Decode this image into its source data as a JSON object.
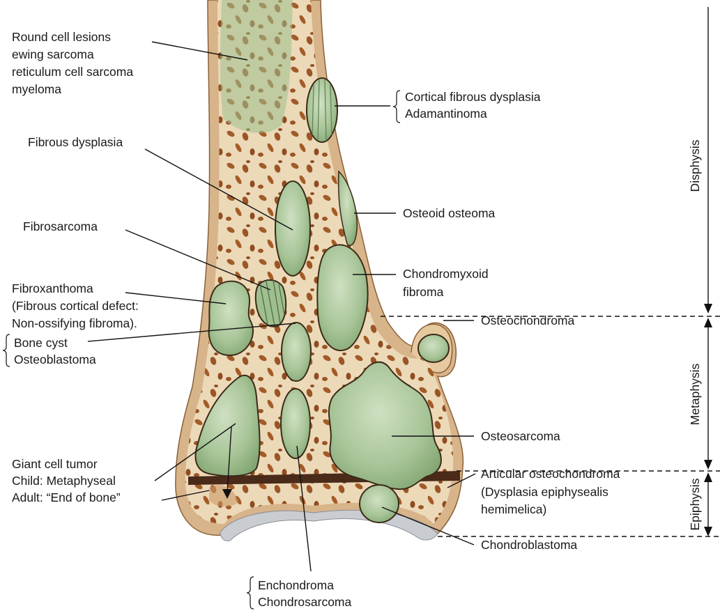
{
  "labels": {
    "round_cell": [
      "Round cell lesions",
      "ewing sarcoma",
      "reticulum cell sarcoma",
      "myeloma"
    ],
    "cortical_fibrous": [
      "Cortical fibrous dysplasia",
      "Adamantinoma"
    ],
    "fibrous_dysplasia": "Fibrous dysplasia",
    "osteoid_osteoma": "Osteoid osteoma",
    "fibrosarcoma": "Fibrosarcoma",
    "chondromyxoid": [
      "Chondromyxoid",
      "fibroma"
    ],
    "fibroxanthoma": [
      "Fibroxanthoma",
      "(Fibrous cortical defect:",
      "Non-ossifying fibroma)."
    ],
    "osteochondroma": "Osteochondroma",
    "bone_cyst": [
      "Bone cyst",
      "Osteoblastoma"
    ],
    "osteosarcoma": "Osteosarcoma",
    "giant_cell": [
      "Giant cell tumor",
      "Child: Metaphyseal",
      "Adult: “End of bone”"
    ],
    "articular": [
      "Articular osteochondroma",
      "(Dysplasia epiphysealis",
      "hemimelica)"
    ],
    "chondroblastoma": "Chondroblastoma",
    "enchondroma": [
      "Enchondroma",
      "Chondrosarcoma"
    ]
  },
  "zones": {
    "diaphysis": "Disphysis",
    "metaphysis": "Metaphysis",
    "epiphysis": "Epiphysis"
  },
  "colors": {
    "cortex": "#d8b48a",
    "marrow": "#ecd9b8",
    "trabecula": "#9b5526",
    "lesion": "#9fbf90",
    "growth_plate": "#4a2a18",
    "cartilage": "#c9ccd0"
  }
}
